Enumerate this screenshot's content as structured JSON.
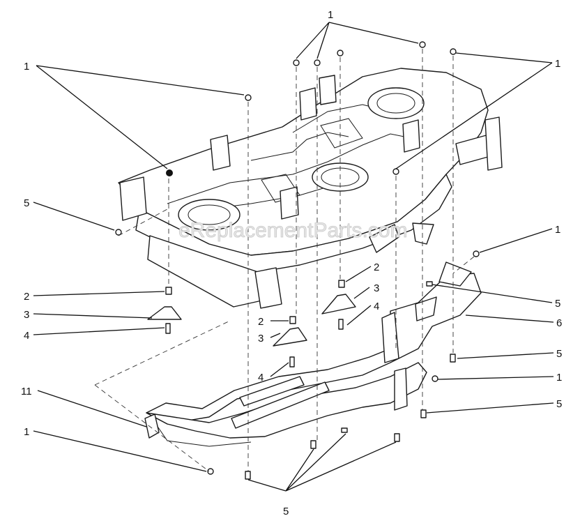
{
  "watermark": "eReplacementParts.com",
  "callouts": [
    {
      "id": "c1-top",
      "text": "1"
    },
    {
      "id": "c1-left",
      "text": "1"
    },
    {
      "id": "c1-right",
      "text": "1"
    },
    {
      "id": "c5-left",
      "text": "5"
    },
    {
      "id": "c1-mid-right",
      "text": "1"
    },
    {
      "id": "c2-center",
      "text": "2"
    },
    {
      "id": "c3-center",
      "text": "3"
    },
    {
      "id": "c4-center",
      "text": "4"
    },
    {
      "id": "c2-left",
      "text": "2"
    },
    {
      "id": "c3-left",
      "text": "3"
    },
    {
      "id": "c4-left",
      "text": "4"
    },
    {
      "id": "c5-mid-right",
      "text": "5"
    },
    {
      "id": "c2-mid",
      "text": "2"
    },
    {
      "id": "c3-mid",
      "text": "3"
    },
    {
      "id": "c6-right",
      "text": "6"
    },
    {
      "id": "c5-right",
      "text": "5"
    },
    {
      "id": "c4-mid",
      "text": "4"
    },
    {
      "id": "c1-lower-right",
      "text": "1"
    },
    {
      "id": "c11-left",
      "text": "11"
    },
    {
      "id": "c5-lower-right",
      "text": "5"
    },
    {
      "id": "c1-bottom-left",
      "text": "1"
    },
    {
      "id": "c5-bottom",
      "text": "5"
    }
  ]
}
